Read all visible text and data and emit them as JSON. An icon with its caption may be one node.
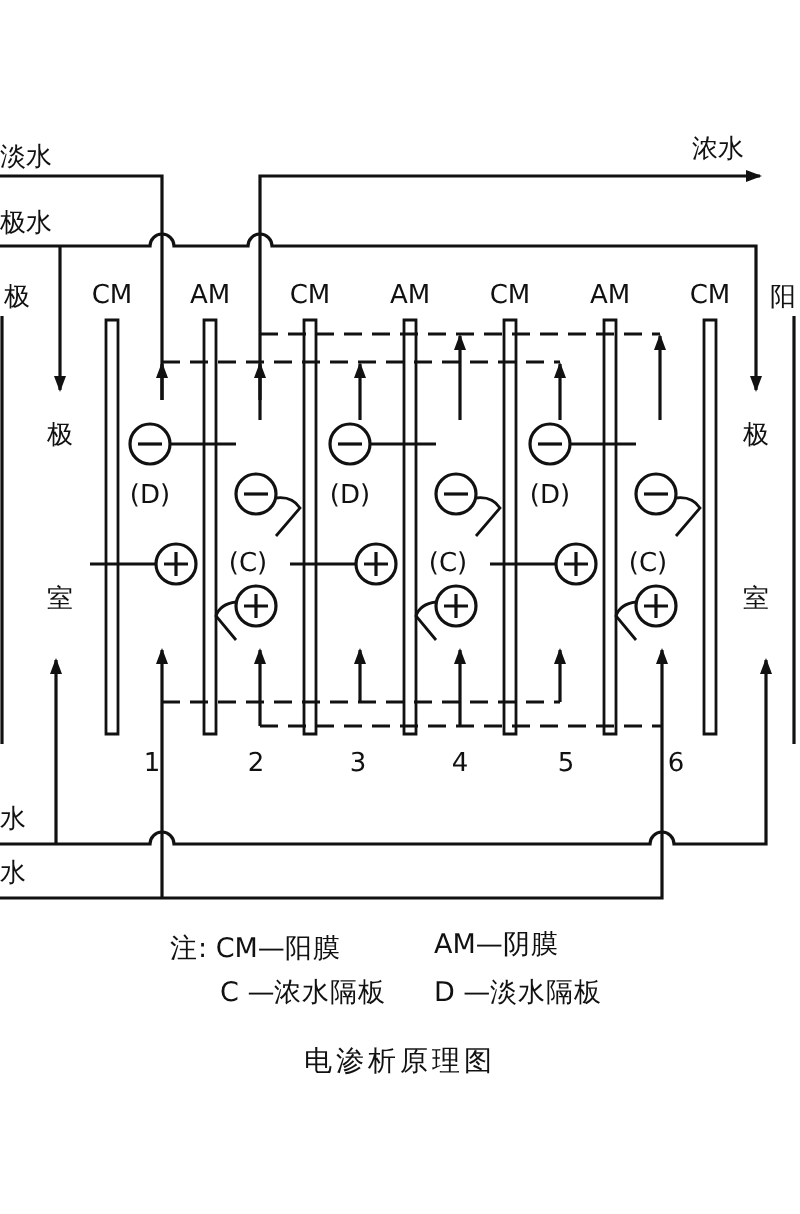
{
  "diagram": {
    "caption": "电渗析原理图",
    "labels": [
      "淡水",
      "浓水",
      "极水",
      "极",
      "CM",
      "AM",
      "CM",
      "AM",
      "CM",
      "AM",
      "CM",
      "阳",
      "极",
      "极",
      "(D)",
      "(D)",
      "(D)",
      "(C)",
      "(C)",
      "(C)",
      "室",
      "室",
      "1",
      "2",
      "3",
      "4",
      "5",
      "6",
      "水",
      "水",
      "注: CM—阳膜",
      "AM—阴膜",
      "C —浓水隔板",
      "D —淡水隔板"
    ]
  }
}
